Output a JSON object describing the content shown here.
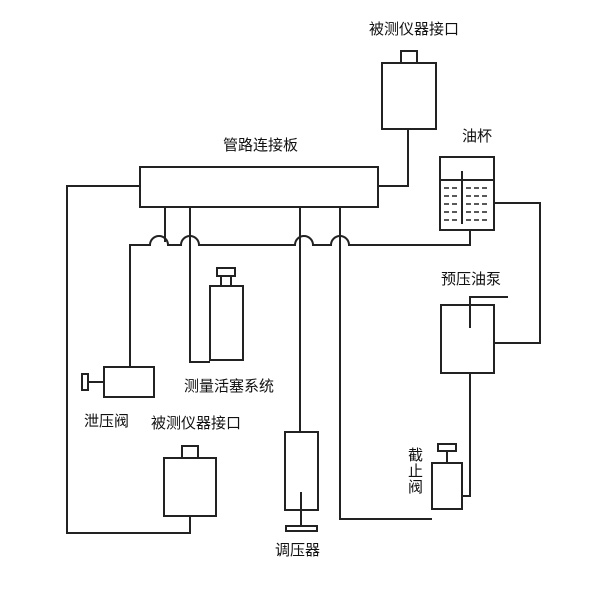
{
  "labels": {
    "gauge_port_top": "被测仪器接口",
    "manifold": "管路连接板",
    "oil_cup": "油杯",
    "prepump": "预压油泵",
    "release_valve": "泄压阀",
    "measure_piston": "测量活塞系统",
    "gauge_port_bottom": "被测仪器接口",
    "shutoff_valve": "截止阀",
    "regulator": "调压器"
  },
  "colors": {
    "line": "#222222",
    "background": "#ffffff"
  }
}
